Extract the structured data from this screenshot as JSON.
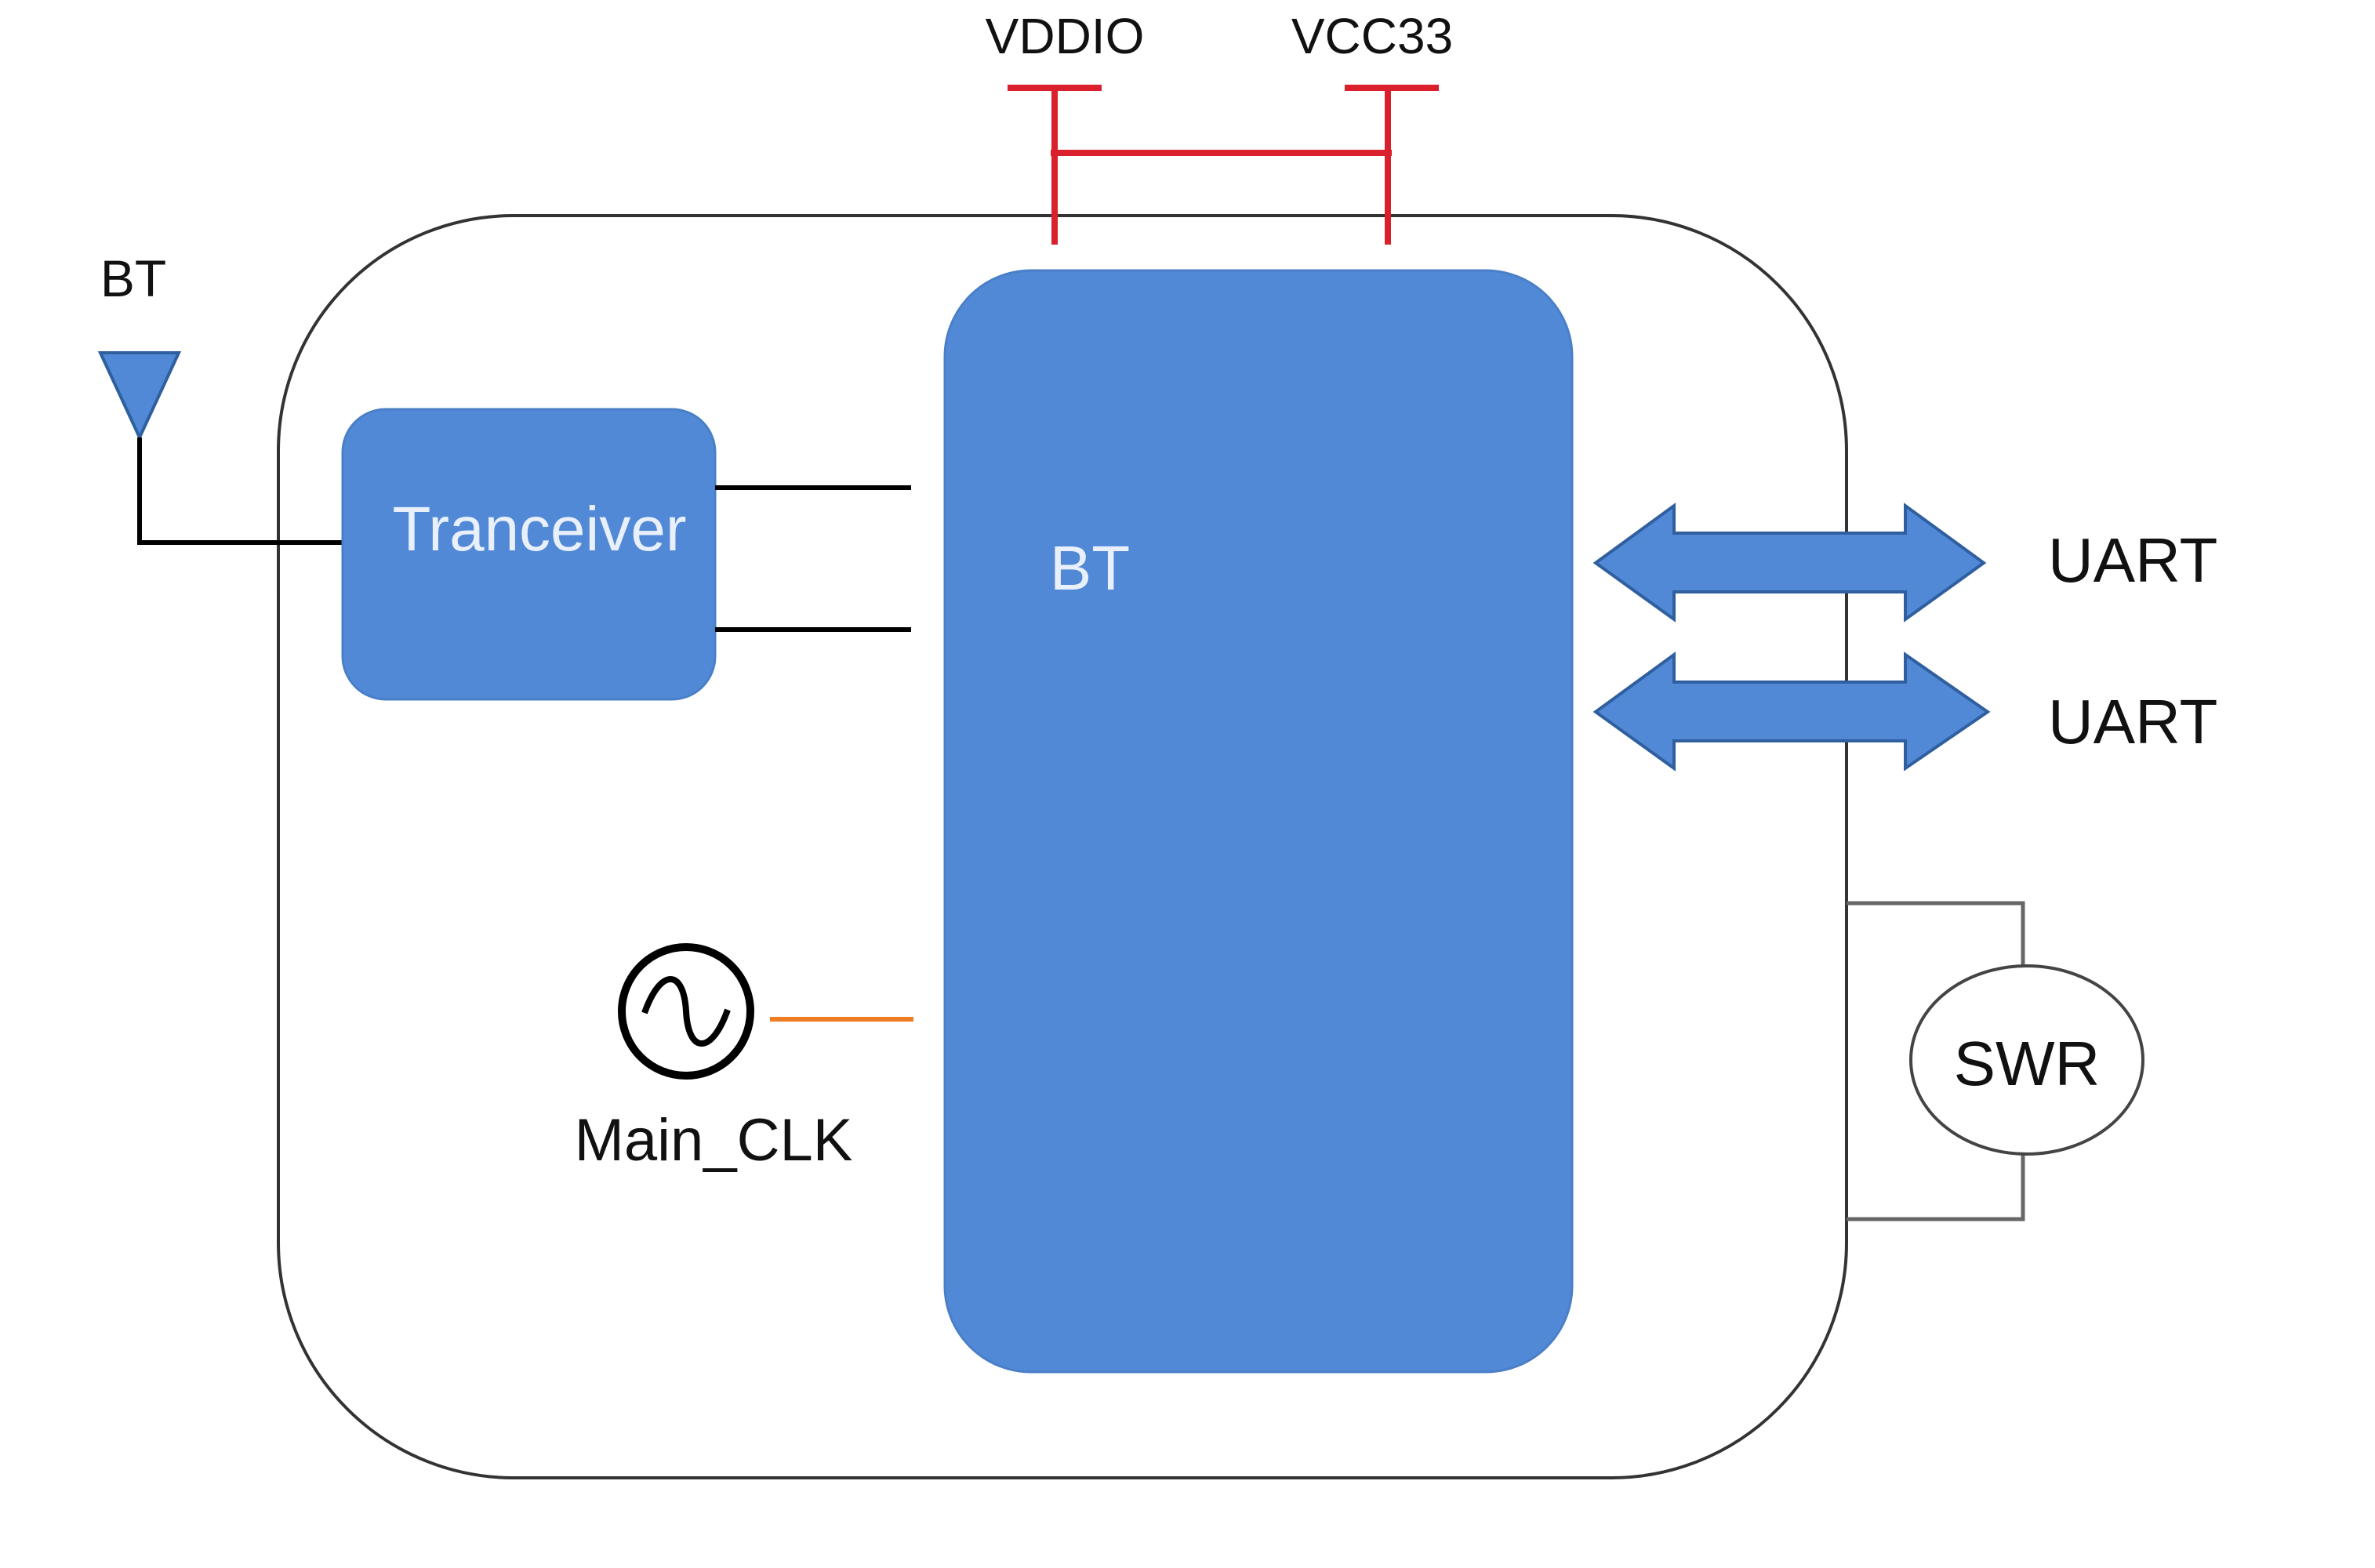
{
  "colors": {
    "block_fill": "#5189d6",
    "block_stroke": "#4a7fc8",
    "power_rail": "#d9202c",
    "clock_line": "#ee7d22",
    "outline": "#333333",
    "signal_line": "#000000",
    "swr_line": "#666666",
    "label_dark": "#111111",
    "label_light": "#e9f0fb"
  },
  "power": {
    "vddio_label": "VDDIO",
    "vcc33_label": "VCC33"
  },
  "antenna": {
    "label": "BT",
    "icon": "antenna-icon"
  },
  "transceiver": {
    "label": "Tranceiver"
  },
  "bt_core": {
    "label": "BT"
  },
  "uart": {
    "top_label": "UART",
    "bottom_label": "UART",
    "icon": "double-arrow-icon"
  },
  "clock": {
    "label": "Main_CLK",
    "icon": "oscillator-icon"
  },
  "swr": {
    "label": "SWR"
  }
}
